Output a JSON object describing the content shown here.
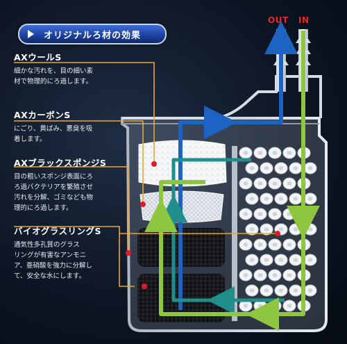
{
  "title": "オリジナルろ材の効果",
  "labels": {
    "out": "OUT",
    "in": "IN"
  },
  "media": [
    {
      "name": "AXウールS",
      "desc": "細かな汚れを、目の細い素\n材で物理的にろ過します。"
    },
    {
      "name": "AXカーボンS",
      "desc": "にごり、黄ばみ、悪臭を吸\n着します。"
    },
    {
      "name": "AXブラックスポンジS",
      "desc": "目の粗いスポンジ表面にろ\nろ過バクテリアを繁殖させ\n汚れを分解、ゴミなども物\n理的にろ過します。"
    },
    {
      "name": "バイオグラスリングS",
      "desc": "通気性多孔質のグラス\nリングが有害なアンモニ\nア、亜硝酸を強力に分解し\nて、安全な水にします。"
    }
  ],
  "colors": {
    "leader": "#f0a526",
    "marker": "#e0192b",
    "flow_out": "#1d63c4",
    "flow_mid": "#1e8f8a",
    "flow_in": "#8ec63f"
  }
}
